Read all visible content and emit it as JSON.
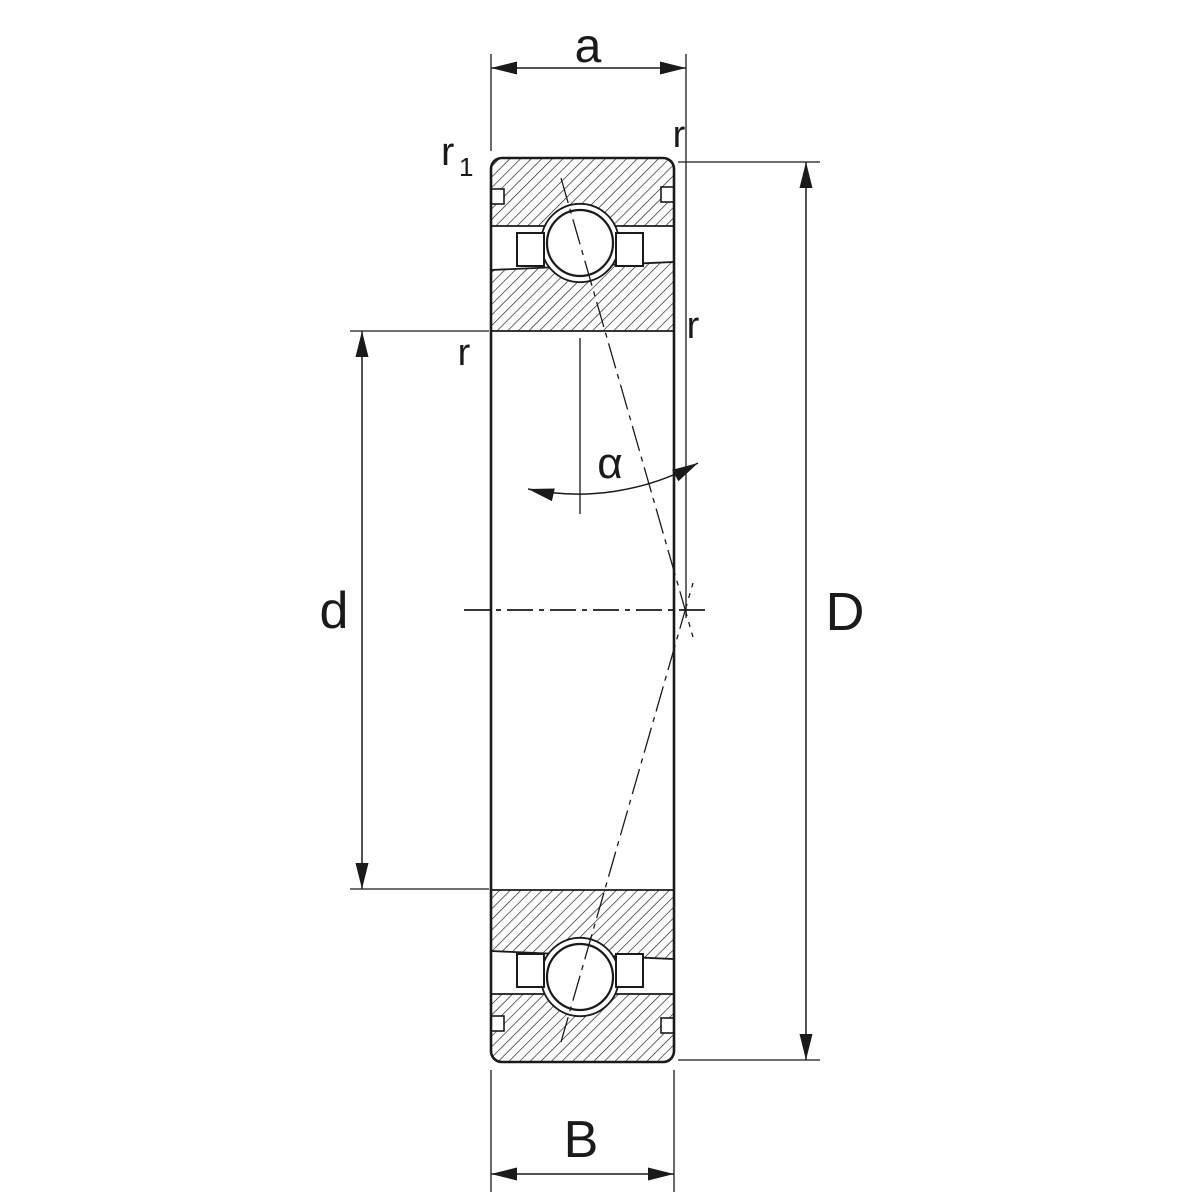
{
  "colors": {
    "line": "#1a1a1a",
    "background": "#ffffff"
  },
  "labels": {
    "dim_a": "a",
    "r1_base": "r",
    "r1_sub": "1",
    "r_top_right": "r",
    "r_inner_right": "r",
    "r_inner_left": "r",
    "contact_angle": "α",
    "dim_d": "d",
    "dim_D": "D",
    "dim_B": "B"
  }
}
